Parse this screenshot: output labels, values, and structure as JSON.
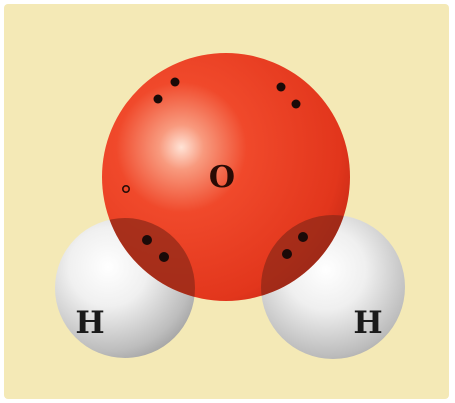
{
  "molecule": {
    "atoms": [
      {
        "id": "oxygen",
        "symbol": "O",
        "color": "#F0492B"
      },
      {
        "id": "hydrogen-left",
        "symbol": "H",
        "color": "#E6E6E6"
      },
      {
        "id": "hydrogen-right",
        "symbol": "H",
        "color": "#E6E6E6"
      }
    ],
    "background_color": "#F4E9B6",
    "electron_color": "#1A0A08"
  }
}
